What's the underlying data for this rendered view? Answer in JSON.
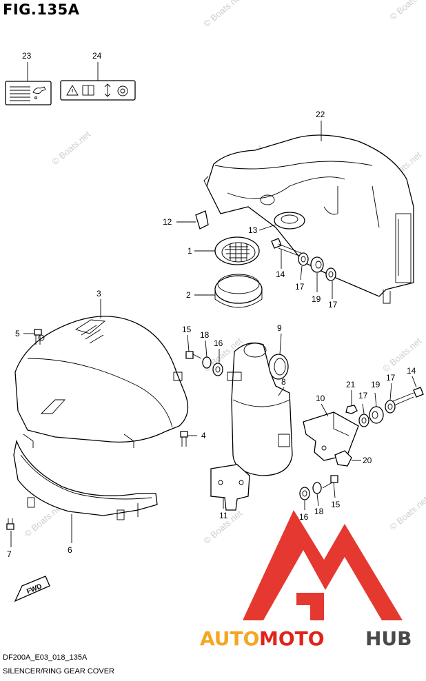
{
  "figure": {
    "title": "FIG.135A",
    "code": "DF200A_E03_018_135A",
    "name": "SILENCER/RING GEAR COVER",
    "fwd_label": "FWD"
  },
  "callouts": [
    {
      "id": "c23",
      "label": "23"
    },
    {
      "id": "c24",
      "label": "24"
    },
    {
      "id": "c22",
      "label": "22"
    },
    {
      "id": "c12",
      "label": "12"
    },
    {
      "id": "c13",
      "label": "13"
    },
    {
      "id": "c1",
      "label": "1"
    },
    {
      "id": "c14a",
      "label": "14"
    },
    {
      "id": "c17a",
      "label": "17"
    },
    {
      "id": "c19a",
      "label": "19"
    },
    {
      "id": "c17b",
      "label": "17"
    },
    {
      "id": "c2",
      "label": "2"
    },
    {
      "id": "c3",
      "label": "3"
    },
    {
      "id": "c5",
      "label": "5"
    },
    {
      "id": "c15a",
      "label": "15"
    },
    {
      "id": "c18a",
      "label": "18"
    },
    {
      "id": "c16a",
      "label": "16"
    },
    {
      "id": "c9",
      "label": "9"
    },
    {
      "id": "c8",
      "label": "8"
    },
    {
      "id": "c14b",
      "label": "14"
    },
    {
      "id": "c21",
      "label": "21"
    },
    {
      "id": "c19b",
      "label": "19"
    },
    {
      "id": "c17c",
      "label": "17"
    },
    {
      "id": "c17d",
      "label": "17"
    },
    {
      "id": "c10",
      "label": "10"
    },
    {
      "id": "c4",
      "label": "4"
    },
    {
      "id": "c20",
      "label": "20"
    },
    {
      "id": "c11",
      "label": "11"
    },
    {
      "id": "c16b",
      "label": "16"
    },
    {
      "id": "c18b",
      "label": "18"
    },
    {
      "id": "c15b",
      "label": "15"
    },
    {
      "id": "c6",
      "label": "6"
    },
    {
      "id": "c7",
      "label": "7"
    }
  ],
  "watermark": {
    "text": "© Boats.net"
  },
  "brand": {
    "part_a": "AUTO",
    "part_b": "MOTO",
    "part_c": "HUB",
    "color_a": "#f5a623",
    "color_b": "#e2231a",
    "color_c": "#4a4a4a"
  }
}
